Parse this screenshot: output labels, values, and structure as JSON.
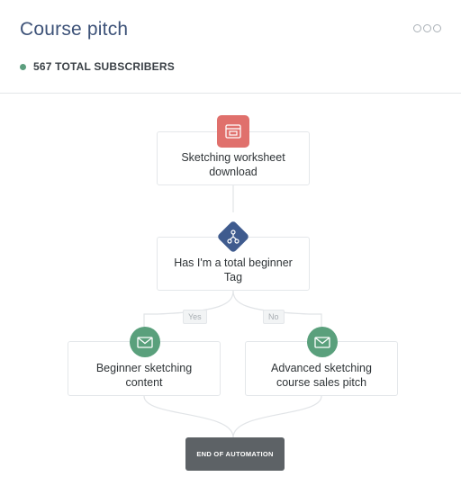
{
  "header": {
    "title": "Course pitch",
    "subscribers_label": "567 TOTAL SUBSCRIBERS",
    "status_color": "#5c9e7e",
    "menu_icon": "more-icon"
  },
  "flow": {
    "trigger": {
      "label": "Sketching worksheet download",
      "icon": "form-icon",
      "color": "#e0706c"
    },
    "condition": {
      "label": "Has I'm a total beginner Tag",
      "icon": "branch-icon",
      "color": "#3f5b8e"
    },
    "yes_label": "Yes",
    "no_label": "No",
    "action_yes": {
      "label": "Beginner sketching content",
      "icon": "mail-icon",
      "color": "#5aa07c"
    },
    "action_no": {
      "label": "Advanced sketching course sales pitch",
      "icon": "mail-icon",
      "color": "#5aa07c"
    },
    "end_label": "END OF AUTOMATION"
  }
}
